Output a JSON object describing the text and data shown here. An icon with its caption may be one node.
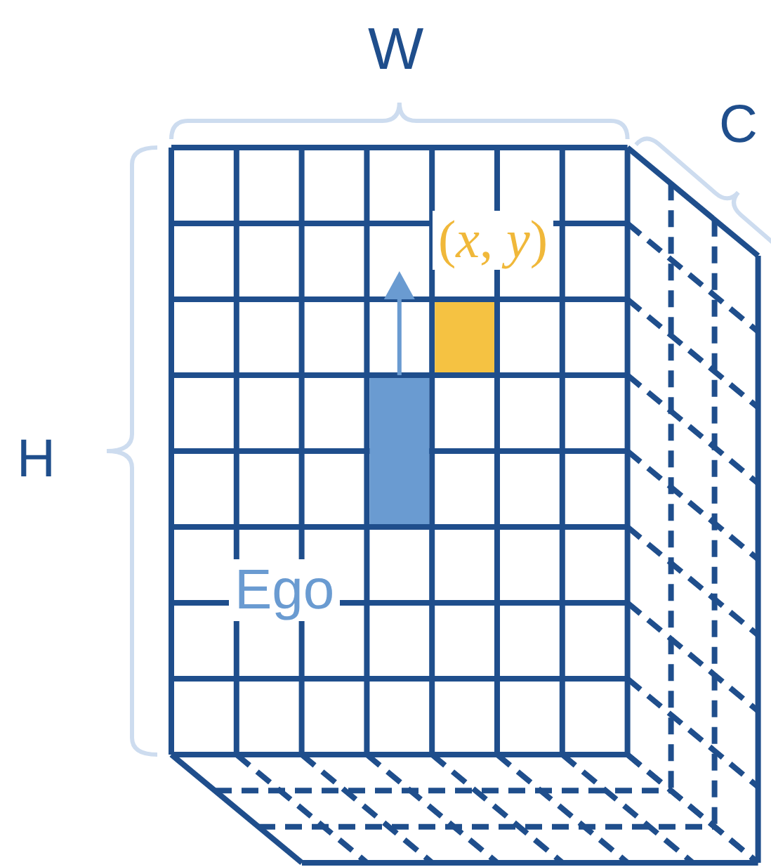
{
  "diagram": {
    "nodes": [
      {
        "text": [],
        "shape": "bar"
      },
      {
        "text": [],
        "shape": "box"
      }
    ],
    "labels": [
      "W",
      "C",
      "H",
      "(*x*, *y*)",
      "Ego"
    ]
  }
}
